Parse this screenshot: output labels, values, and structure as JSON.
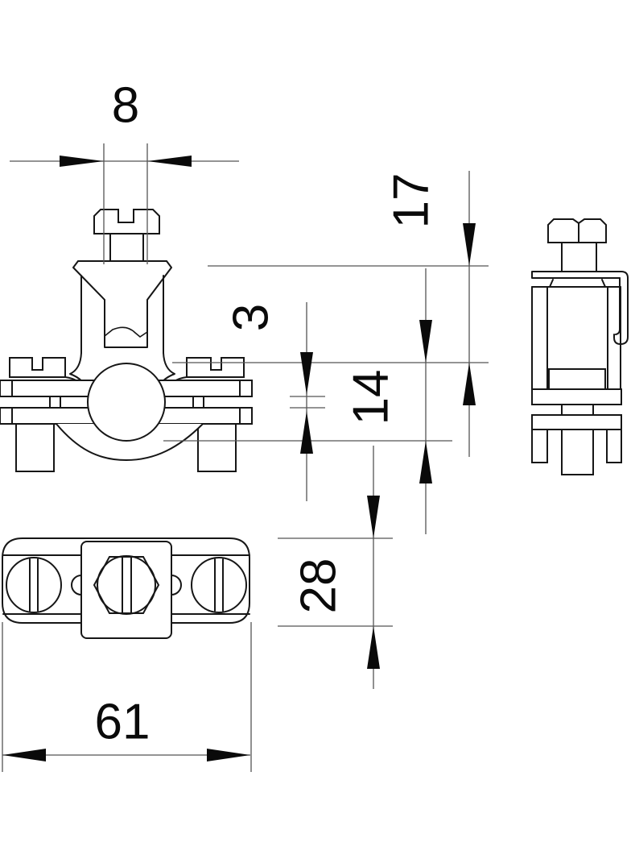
{
  "colors": {
    "outline": "#161616",
    "dimension_lines": "#555555",
    "text": "#0a0a0a",
    "background": "#ffffff"
  },
  "dimensions": {
    "screw_width": {
      "value": "8"
    },
    "upper_height": {
      "value": "17"
    },
    "bar_gap": {
      "value": "3"
    },
    "mid_height": {
      "value": "14"
    },
    "body_depth": {
      "value": "28"
    },
    "overall_width": {
      "value": "61"
    }
  }
}
